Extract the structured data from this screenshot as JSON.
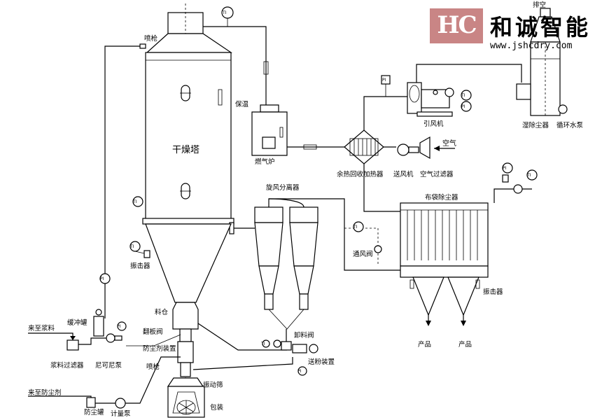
{
  "brand": {
    "mark": "HC",
    "name": "和诚智能",
    "url": "www.jshcdry.com"
  },
  "labels": {
    "exhaust": "排空",
    "spray_gun_top": "喷枪",
    "insulation": "保温",
    "drying_tower": "干燥塔",
    "gas_furnace": "燃气炉",
    "induced_fan": "引风机",
    "wet_scrubber": "湿除尘器",
    "circ_pump": "循环水泵",
    "air": "空气",
    "heat_recovery": "余热回收加热器",
    "blower": "送风机",
    "air_filter": "空气过滤器",
    "cyclone": "旋风分离器",
    "bag_filter": "布袋除尘器",
    "vent_valve": "通风阀",
    "vibrator_left": "振击器",
    "vibrator_right": "振击器",
    "product_1": "产品",
    "product_2": "产品",
    "buffer_tank": "缓冲罐",
    "slurry_in": "来至浆料",
    "slurry_filter": "浆料过滤器",
    "mono_pump": "尼可尼泵",
    "hopper": "料仓",
    "flap_valve": "翻板阀",
    "antidust_device": "防尘剂装置",
    "spray_gun_bottom": "喷枪",
    "vib_screen": "振动筛",
    "discharge_valve": "卸料阀",
    "powder_convey": "送粉装置",
    "antidust_in": "来至防尘剂",
    "antidust_tank": "防尘罐",
    "metering_pump": "计量泵",
    "packing": "包装"
  },
  "instruments": [
    "TI",
    "PI",
    "TI",
    "PI",
    "TI",
    "TI",
    "PI",
    "TI",
    "PI",
    "TI",
    "PI",
    "TI",
    "PI"
  ]
}
